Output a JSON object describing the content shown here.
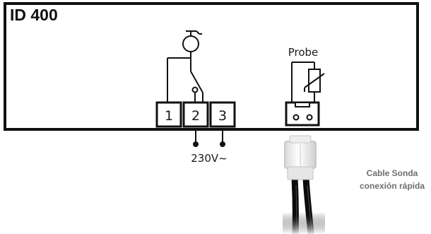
{
  "device": {
    "model": "ID 400",
    "probe_label": "Probe",
    "terminals": [
      "1",
      "2",
      "3"
    ],
    "supply_label": "230V~"
  },
  "cable": {
    "caption_line1": "Cable Sonda",
    "caption_line2": "conexión rápida"
  }
}
